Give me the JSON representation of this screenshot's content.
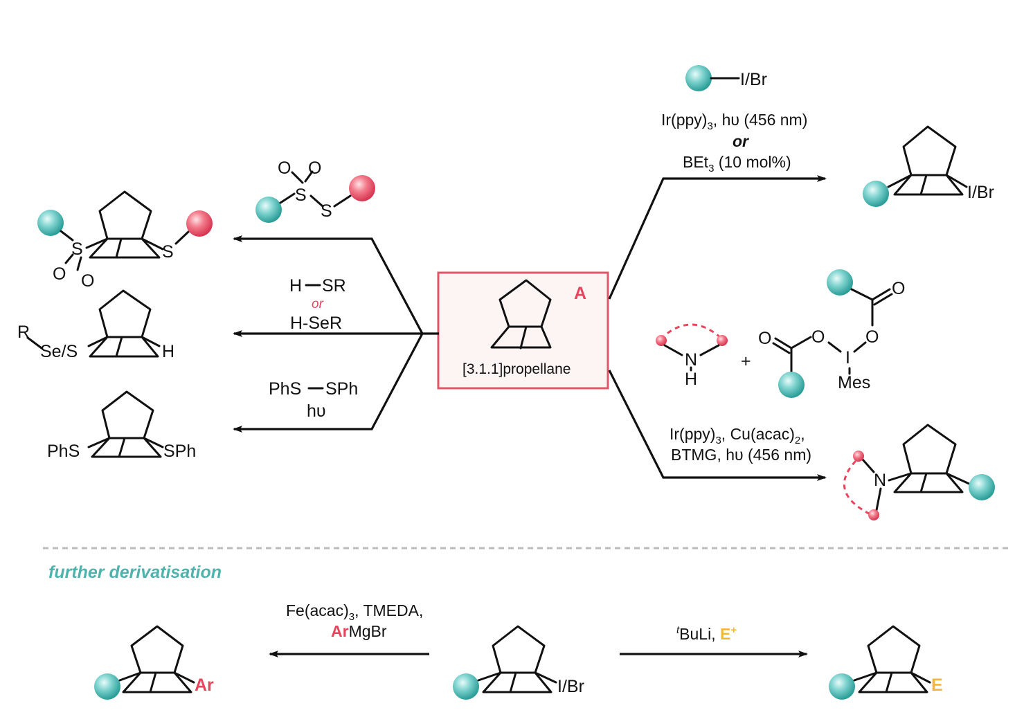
{
  "colors": {
    "accent_red": "#e8455d",
    "teal": "#3fb2ac",
    "box_border": "#e0566a",
    "box_fill": "#fdf4f4",
    "electrophile_yellow": "#f0b93a",
    "divider": "#bbbbbb"
  },
  "center": {
    "box_letter": "A",
    "name": "[3.1.1]propellane"
  },
  "right_top": {
    "reagent_label": "I/Br",
    "cond1": "Ir(ppy)",
    "cond1_sub": "3",
    "cond1_rest": ", hυ (456 nm)",
    "or": "or",
    "cond2": "BEt",
    "cond2_sub": "3",
    "cond2_rest": " (10 mol%)",
    "product_label": "I/Br"
  },
  "right_bottom": {
    "amine_N": "N",
    "amine_H": "H",
    "plus": "+",
    "iodane_O1": "O",
    "iodane_O2": "O",
    "iodane_O3": "O",
    "iodane_O4": "O",
    "iodane_I": "I",
    "iodane_mes": "Mes",
    "cond1": "Ir(ppy)",
    "cond1_sub": "3",
    "cond1_rest": ", Cu(acac)",
    "cond1_sub2": "2",
    "cond1_end": ",",
    "cond2": "BTMG, hυ (456 nm)",
    "product_N": "N"
  },
  "left_top": {
    "reagent_O1": "O",
    "reagent_O2": "O",
    "reagent_S1": "S",
    "reagent_S2": "S",
    "product_S1": "S",
    "product_S2": "S",
    "product_O1": "O",
    "product_O2": "O"
  },
  "left_middle": {
    "cond1": "H",
    "cond1_rest": "SR",
    "or": "or",
    "cond2": "H-SeR",
    "product_R": "R",
    "product_SeS": "Se/S",
    "product_H": "H"
  },
  "left_bottom": {
    "cond1": "PhS",
    "cond1_rest": "SPh",
    "cond2": "hυ",
    "product_left": "PhS",
    "product_right": "SPh"
  },
  "derivatisation": {
    "heading": "further derivatisation",
    "left_cond1": "Fe(acac)",
    "left_cond1_sub": "3",
    "left_cond1_rest": ", TMEDA,",
    "left_cond2_ar": "Ar",
    "left_cond2_rest": "MgBr",
    "left_product": "Ar",
    "start_label": "I/Br",
    "right_cond_t": "t",
    "right_cond_rest": "BuLi, ",
    "right_cond_E": "E",
    "right_cond_plus": "+",
    "right_product": "E"
  }
}
